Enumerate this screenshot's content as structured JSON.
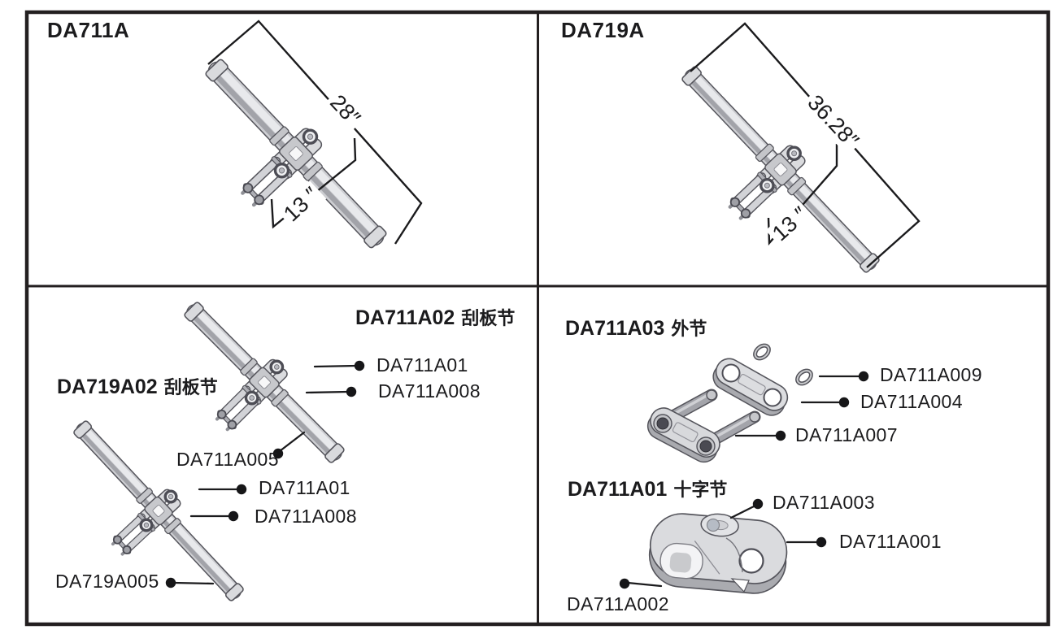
{
  "top_left": {
    "title": "DA711A",
    "dim_length": "28″",
    "dim_width": "13 ″"
  },
  "top_right": {
    "title": "DA719A",
    "dim_length": "36.28″",
    "dim_width": "13 ″"
  },
  "bottom_left": {
    "section_a_code": "DA711A02",
    "section_a_name": "刮板节",
    "section_b_code": "DA719A02",
    "section_b_name": "刮板节",
    "parts": [
      {
        "label": "DA711A01"
      },
      {
        "label": "DA711A008"
      },
      {
        "label": "DA711A005"
      },
      {
        "label": "DA711A01"
      },
      {
        "label": "DA711A008"
      },
      {
        "label": "DA719A005"
      }
    ]
  },
  "bottom_right": {
    "section_a_code": "DA711A03",
    "section_a_name": "外节",
    "section_b_code": "DA711A01",
    "section_b_name": "十字节",
    "parts_a": [
      {
        "label": "DA711A009"
      },
      {
        "label": "DA711A004"
      },
      {
        "label": "DA711A007"
      }
    ],
    "parts_b": [
      {
        "label": "DA711A003"
      },
      {
        "label": "DA711A001"
      },
      {
        "label": "DA711A002"
      }
    ]
  }
}
